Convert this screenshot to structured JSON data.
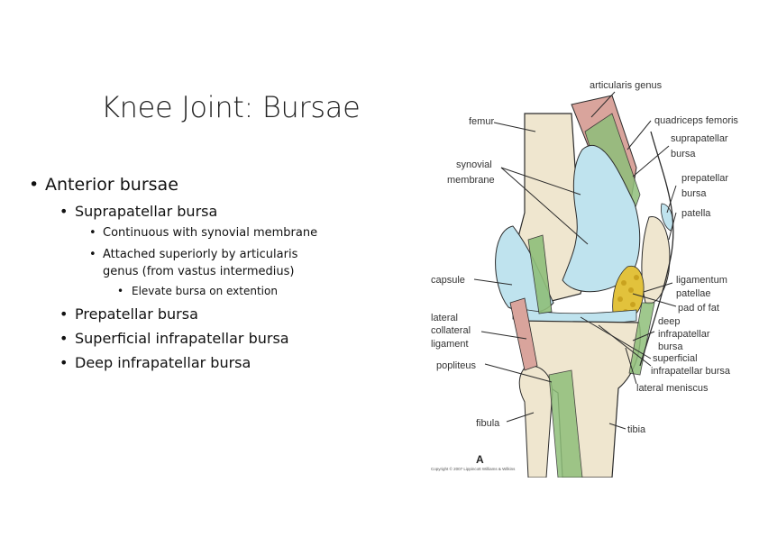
{
  "slide": {
    "title": "Knee Joint: Bursae",
    "bullets": [
      {
        "level": 1,
        "text": "Anterior bursae"
      },
      {
        "level": 2,
        "text": "Suprapatellar bursa"
      },
      {
        "level": 3,
        "text": "Continuous with synovial membrane"
      },
      {
        "level": 3,
        "text": "Attached superiorly by articularis"
      },
      {
        "level": 3,
        "text": "genus (from vastus intermedius)"
      },
      {
        "level": 4,
        "text": "Elevate bursa on extention"
      },
      {
        "level": 2,
        "text": "Prepatellar bursa"
      },
      {
        "level": 2,
        "text": "Superficial infrapatellar bursa"
      },
      {
        "level": 2,
        "text": "Deep infrapatellar bursa"
      }
    ]
  },
  "figure": {
    "labels": {
      "articularis_genus": "articularis genus",
      "femur": "femur",
      "quadriceps_femoris": "quadriceps femoris",
      "suprapatellar_1": "suprapatellar",
      "suprapatellar_2": "bursa",
      "synovial_1": "synovial",
      "synovial_2": "membrane",
      "prepatellar_1": "prepatellar",
      "prepatellar_2": "bursa",
      "patella": "patella",
      "capsule": "capsule",
      "ligamentum_1": "ligamentum",
      "ligamentum_2": "patellae",
      "pad_of_fat": "pad of fat",
      "lateral_1": "lateral",
      "lateral_2": "collateral",
      "lateral_3": "ligament",
      "deep_1": "deep",
      "deep_2": "infrapatellar",
      "deep_3": "bursa",
      "popliteus": "popliteus",
      "superficial_1": "superficial",
      "superficial_2": "infrapatellar bursa",
      "lateral_meniscus": "lateral meniscus",
      "fibula": "fibula",
      "tibia": "tibia",
      "letter": "A",
      "copyright": "Copyright © 2007 Lippincott Williams & Wilkins"
    },
    "colors": {
      "bone": "#efe6cf",
      "bursa": "#bfe3ee",
      "muscle_red": "#d9a49c",
      "muscle_green": "#8fbf7a",
      "fat": "#e2c23c",
      "outline": "#2b2b2b"
    }
  }
}
